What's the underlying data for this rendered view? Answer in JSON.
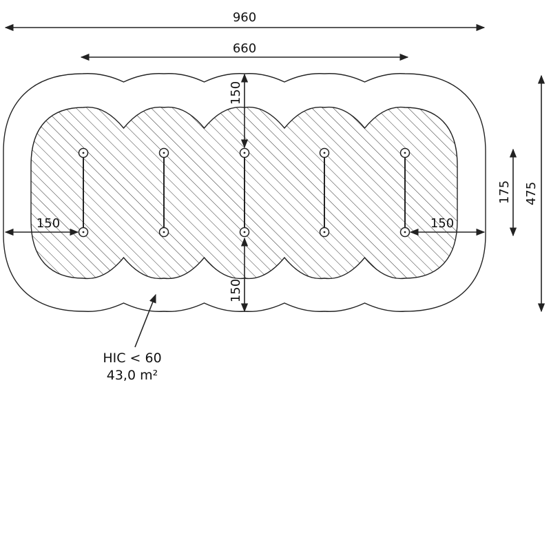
{
  "dimensions": {
    "overall_length": "960",
    "inner_length": "660",
    "top_clearance": "150",
    "bottom_clearance": "150",
    "left_clearance": "150",
    "right_clearance": "150",
    "inner_depth": "175",
    "overall_depth": "475"
  },
  "safety_zone": {
    "hic_label": "HIC < 60",
    "area_label": "43,0 m²"
  },
  "colors": {
    "line": "#222222",
    "hatch": "#333333",
    "background": "#ffffff"
  }
}
